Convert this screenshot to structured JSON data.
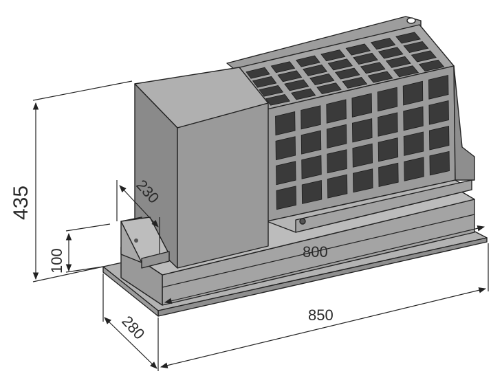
{
  "dimensions": {
    "height_total": "435",
    "height_base": "100",
    "depth_module": "230",
    "width_inner": "800",
    "width_outer": "850",
    "depth_outer": "280"
  },
  "colors": {
    "body_dark": "#8c8c8c",
    "body_mid": "#9a9a9a",
    "body_light": "#ababab",
    "filter_cell": "#3a3a3a",
    "tray": "#a0a0a0"
  }
}
